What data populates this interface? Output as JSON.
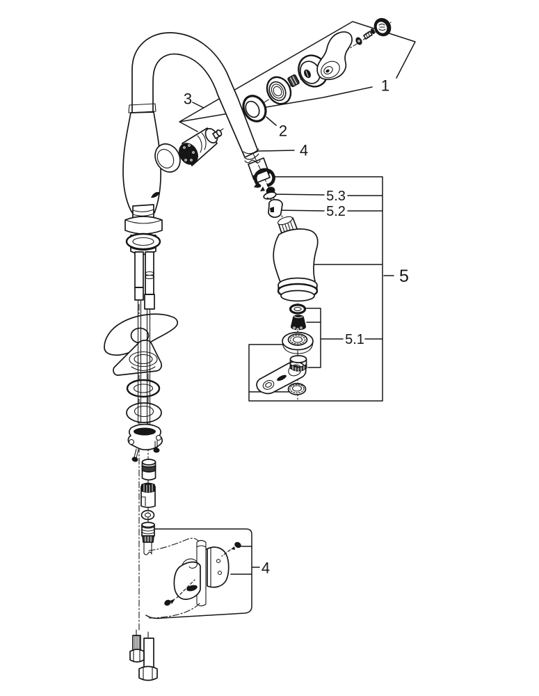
{
  "diagram": {
    "type": "exploded-parts-diagram",
    "subject": "pull-down kitchen faucet exploded view",
    "background_color": "#ffffff",
    "line_color": "#161616",
    "callouts": [
      {
        "label": "1"
      },
      {
        "label": "2"
      },
      {
        "label": "3"
      },
      {
        "label": "4"
      },
      {
        "label": "5.3"
      },
      {
        "label": "5.2"
      },
      {
        "label": "5"
      },
      {
        "label": "5.1"
      },
      {
        "label": "4"
      }
    ]
  }
}
